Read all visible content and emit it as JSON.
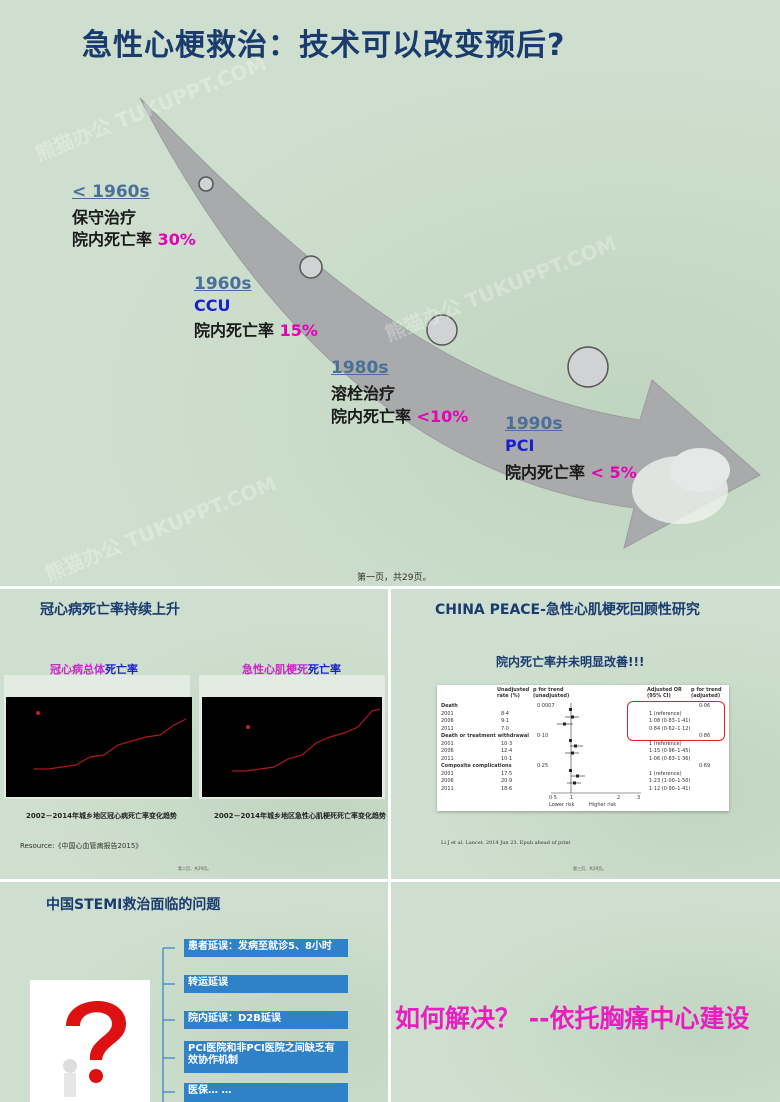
{
  "slide1": {
    "title": "急性心梗救治：技术可以改变预后?",
    "eras": [
      {
        "year": "< 1960s",
        "line1": "保守治疗",
        "line2_label": "院内死亡率 ",
        "line2_value": "30%"
      },
      {
        "year": "1960s",
        "line1": "CCU",
        "line2_label": "院内死亡率 ",
        "line2_value": "15%"
      },
      {
        "year": "1980s",
        "line1": "溶栓治疗",
        "line2_label": "院内死亡率 ",
        "line2_value": "<10%"
      },
      {
        "year": "1990s",
        "line1": "PCI",
        "line2_label": "院内死亡率 ",
        "line2_value": "< 5%"
      }
    ],
    "footer": "第一页，共29页。",
    "watermark": "熊猫办公 TUKUPPT.COM"
  },
  "slide2": {
    "title": "冠心病死亡率持续上升",
    "chart_left_title_a": "冠心病总体",
    "chart_left_title_b": "死亡率",
    "chart_right_title_a": "急性心肌梗死",
    "chart_right_title_b": "死亡率",
    "caption_left": "2002－2014年城乡地区冠心病死亡率变化趋势",
    "caption_right": "2002－2014年城乡地区急性心肌梗死死亡率变化趋势",
    "resource": "Resource:《中国心血管病报告2015》",
    "footer": "第二页，共29页。"
  },
  "slide3": {
    "title": "CHINA PEACE-急性心肌梗死回顾性研究",
    "subtitle": "院内死亡率并未明显改善!!!",
    "table_headers": [
      "Unadjusted rate (%)",
      "p for trend (unadjusted)",
      "Adjusted OR (95% CI)",
      "p for trend (adjusted)"
    ],
    "rows": [
      {
        "label": "Death",
        "rate": "",
        "p": "0·0007",
        "or": "",
        "pa": "0·06"
      },
      {
        "label": "2001",
        "rate": "8·4",
        "p": "",
        "or": "1 (reference)",
        "pa": ""
      },
      {
        "label": "2006",
        "rate": "9·1",
        "p": "",
        "or": "1·08 (0·83–1·41)",
        "pa": ""
      },
      {
        "label": "2011",
        "rate": "7·0",
        "p": "",
        "or": "0·84 (0·62–1·12)",
        "pa": ""
      },
      {
        "label": "Death or treatment withdrawal",
        "rate": "",
        "p": "0·10",
        "or": "",
        "pa": "0·86"
      },
      {
        "label": "2001",
        "rate": "10·3",
        "p": "",
        "or": "1 (reference)",
        "pa": ""
      },
      {
        "label": "2006",
        "rate": "12·4",
        "p": "",
        "or": "1·15 (0·96–1·45)",
        "pa": ""
      },
      {
        "label": "2011",
        "rate": "10·1",
        "p": "",
        "or": "1·06 (0·83–1·36)",
        "pa": ""
      },
      {
        "label": "Composite complications",
        "rate": "",
        "p": "0·25",
        "or": "",
        "pa": "0·69"
      },
      {
        "label": "2001",
        "rate": "17·5",
        "p": "",
        "or": "1 (reference)",
        "pa": ""
      },
      {
        "label": "2006",
        "rate": "20·9",
        "p": "",
        "or": "1·23 (1·00–1·50)",
        "pa": ""
      },
      {
        "label": "2011",
        "rate": "18·6",
        "p": "",
        "or": "1·12 (0·90–1·41)",
        "pa": ""
      }
    ],
    "axis_ticks": [
      "0·5",
      "1",
      "2",
      "3"
    ],
    "lower_risk": "Lower risk",
    "higher_risk": "Higher risk",
    "citation": "Li J et al. Lancet. 2014 Jun 23. Epub ahead of print",
    "footer": "第三页，共29页。"
  },
  "slide4": {
    "title": "中国STEMI救治面临的问题",
    "items": [
      "患者延误：发病至就诊5、8小时",
      "转运延误",
      "院内延误：D2B延误",
      "PCI医院和非PCI医院之间缺乏有效协作机制",
      "医保… …"
    ]
  },
  "slide5": {
    "text": "如何解决？ --依托胸痛中心建设"
  }
}
